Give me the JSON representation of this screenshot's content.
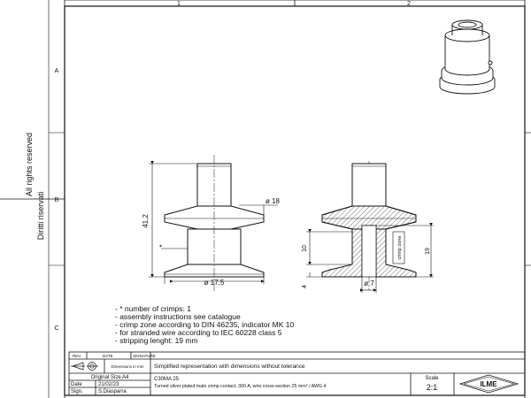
{
  "frame": {
    "columns": [
      "1",
      "2"
    ],
    "rows": [
      "A",
      "B",
      "C"
    ]
  },
  "side_text": {
    "rights_it": "Diritti riservati",
    "rights_en": "All rights reserved"
  },
  "dimensions": {
    "height": "41,2",
    "diameter_top": "ø 18",
    "diameter_collar": "ø 17,5",
    "crimp_marker": "*",
    "section_bore": "ø 7",
    "section_depth": "19",
    "section_zone": "10",
    "section_base": "4",
    "crimp_zone_label": "crimp zone"
  },
  "notes": [
    "- * number of crimps: 1",
    "- assembly instructions see catalogue",
    "- crimp zone according to DIN 46235, indicator MK 10",
    "- for stranded wire according to IEC 60228 class 5",
    "- stripping lenght: 19 mm"
  ],
  "title_block": {
    "rev_header": "REV.",
    "date_header": "DATE",
    "signature_header": "SIGNATURE",
    "dimensions_label": "Dimensions in mm",
    "original_size": "Original Size A4",
    "date_label": "Date",
    "date_value": "21/02/23",
    "sign_label": "Sign.",
    "sign_value": "S.Diasparra",
    "description_top": "Simplified representation with dimensions without tolerance",
    "part_code": "C30MA 25",
    "part_description": "Turned silver plated male crimp contact, 300 A, wire cross-section 25 mm² / AWG 4",
    "scale_label": "Scale",
    "scale_value": "2:1",
    "logo_text": "ILME"
  }
}
